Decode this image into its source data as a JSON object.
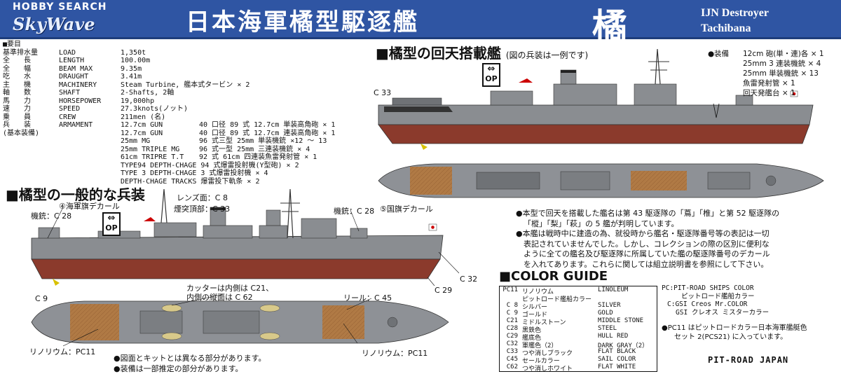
{
  "header": {
    "brand_top": "HOBBY SEARCH",
    "brand_logo": "SkyWave",
    "title_jp": "日本海軍橘型駆逐艦",
    "title_kanji": "橘",
    "title_en_1": "IJN Destroyer",
    "title_en_2": "Tachibana"
  },
  "specs": {
    "heading": "■要目",
    "rows": [
      {
        "jp": "基準排水量",
        "en": "LOAD",
        "val": "1,350t"
      },
      {
        "jp": "全　　長",
        "en": "LENGTH",
        "val": "100.00m"
      },
      {
        "jp": "全　　幅",
        "en": "BEAM MAX",
        "val": "9.35m"
      },
      {
        "jp": "吃　　水",
        "en": "DRAUGHT",
        "val": "3.41m"
      },
      {
        "jp": "主　　機",
        "en": "MACHINERY",
        "val": "Steam Turbine, 艦本式タービン × 2"
      },
      {
        "jp": "軸　　数",
        "en": "SHAFT",
        "val": "2-Shafts, 2軸"
      },
      {
        "jp": "馬　　力",
        "en": "HORSEPOWER",
        "val": "19,000hp"
      },
      {
        "jp": "速　　力",
        "en": "SPEED",
        "val": "27.3knots(ノット)"
      },
      {
        "jp": "乗　　員",
        "en": "CREW",
        "val": "211men (名)"
      },
      {
        "jp": "兵　　装",
        "en": "ARMAMENT",
        "val": "12.7cm GUN",
        "desc": "40 口径 89 式 12.7cm 単装高角砲 × 1"
      },
      {
        "jp": "(基本装備)",
        "en": "",
        "val": "12.7cm GUN",
        "desc": "40 口径 89 式 12.7cm 連装高角砲 × 1"
      },
      {
        "jp": "",
        "en": "",
        "val": "25mm MG",
        "desc": "96 式三型 25mm 単装機銃 ×12 〜 13"
      },
      {
        "jp": "",
        "en": "",
        "val": "25mm TRIPLE MG",
        "desc": "96 式一型 25mm 三連装機銃 × 4"
      },
      {
        "jp": "",
        "en": "",
        "val": "61cm TRIPRE T.T",
        "desc": "92 式 61cm 四連装魚雷発射管 × 1"
      },
      {
        "jp": "",
        "en": "",
        "val": "TYPE94 DEPTH-CHAGE 94 式爆雷投射機(Y型砲) × 2",
        "desc": ""
      },
      {
        "jp": "",
        "en": "",
        "val": "TYPE 3  DEPTH-CHAGE  3 式爆雷投射機 × 4",
        "desc": ""
      },
      {
        "jp": "",
        "en": "",
        "val": "DEPTH-CHAGE TRACKS 爆雷投下軌条 × 2",
        "desc": ""
      }
    ]
  },
  "kaiten_section": {
    "heading": "■橘型の回天搭載艦",
    "subheading": "(図の兵装は一例です)",
    "equipment_heading": "●装備",
    "equipment": [
      "12cm 砲(単・連)各 × 1",
      "25mm 3 連装機銃 × 4",
      "25mm 単装機銃 × 13",
      "魚雷発射管 × 1",
      "回天発艦台 × 1"
    ],
    "label_c33": "C 33",
    "notes": [
      "●本型で回天を搭載した艦名は第 43 駆逐隊の「蔦」「椎」と第 52 駆逐隊の",
      "「樅」「梨」「萩」の 5 艦が判明しています。",
      "●本艦は戦時中に建造の為、就役時から艦名・駆逐隊番号等の表記は一切",
      "表記されていませんでした。しかし、コレクションの際の区別に便利な",
      "ように全ての艦名及び駆逐隊に所属していた艦の駆逐隊番号のデカール",
      "を入れてあります。これらに関しては組立説明書を参照にして下さい。"
    ]
  },
  "general_section": {
    "heading": "■橘型の一般的な兵装",
    "labels": {
      "lens": "レンズ面：C 8",
      "navy_flag": "④海軍旗デカール",
      "funnel": "煙突頂部：C 33",
      "mg_left": "機銃：C 28",
      "mg_right": "機銃：C 28",
      "flag": "⑤国旗デカール",
      "c9": "C 9",
      "c32": "C 32",
      "c29": "C 29",
      "cutter": "カッターは内側は C21、",
      "cutter2": "内側の縦面は C 62",
      "reel": "リール：C 45",
      "lino_left": "リノリウム：PC11",
      "lino_right": "リノリウム：PC11",
      "note1": "●図面とキットとは異なる部分があります。",
      "note2": "●装備は一部推定の部分があります。"
    }
  },
  "op_badge": {
    "arrows": "⇔",
    "text": "OP"
  },
  "color_guide": {
    "title": "■COLOR GUIDE",
    "rows": [
      {
        "code": "PC11",
        "jp": "リノリウム",
        "en": "LINOLEUM"
      },
      {
        "code": "",
        "jp": "ピットロード艦船カラー",
        "en": ""
      },
      {
        "code": "C 8",
        "jp": "シルバー",
        "en": "SILVER"
      },
      {
        "code": "C 9",
        "jp": "ゴールド",
        "en": "GOLD"
      },
      {
        "code": "C21",
        "jp": "ミドルストーン",
        "en": "MIDDLE STONE"
      },
      {
        "code": "C28",
        "jp": "黒鉄色",
        "en": "STEEL"
      },
      {
        "code": "C29",
        "jp": "艦底色",
        "en": "HULL RED"
      },
      {
        "code": "C32",
        "jp": "軍艦色（2）",
        "en": "DARK GRAY（2）"
      },
      {
        "code": "C33",
        "jp": "つや消しブラック",
        "en": "FLAT BLACK"
      },
      {
        "code": "C45",
        "jp": "セールカラー",
        "en": "SAIL COLOR"
      },
      {
        "code": "C62",
        "jp": "つや消しホワイト",
        "en": "FLAT WHITE"
      }
    ],
    "side_1": "PC:PIT-ROAD SHIPS COLOR",
    "side_2": "ピットロード艦船カラー",
    "side_3": "C:GSI Creos Mr.COLOR",
    "side_4": "GSI クレオス ミスターカラー",
    "side_5": "●PC11 はピットロードカラー日本海軍艦艇色",
    "side_6": "セット 2(PCS21) に入っています。"
  },
  "footer": {
    "brand": "PIT-ROAD JAPAN"
  },
  "colors": {
    "header_blue": "#2f55a3",
    "hull_gray": "#8a8d91",
    "hull_red": "#8b3a2c",
    "linoleum": "#b07a45",
    "deck_gray": "#8e9196"
  }
}
